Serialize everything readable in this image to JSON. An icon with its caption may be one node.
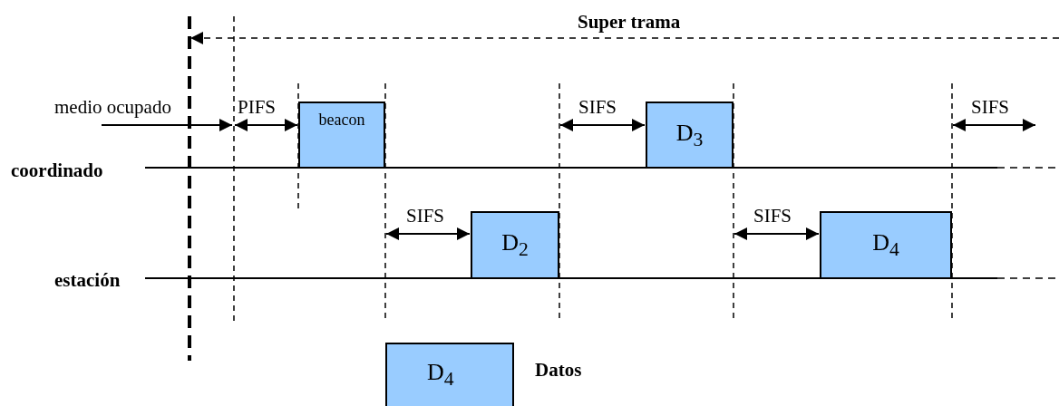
{
  "diagram": {
    "nodes": [
      {
        "text": [
          "beacon"
        ]
      },
      {
        "text": [
          "D$_{3}$"
        ]
      },
      {
        "text": [
          "D$_{2}$"
        ]
      },
      {
        "text": [
          "D$_{4}$"
        ]
      }
    ],
    "labels": [
      "Super trama",
      "medio ocupado",
      "PIFS",
      "SIFS",
      "SIFS",
      "coordinado",
      "SIFS",
      "SIFS",
      "estación",
      "D$_{4}$"
    ],
    "legend": [
      {
        "text": "Datos",
        "color": "#99ccff"
      }
    ]
  }
}
